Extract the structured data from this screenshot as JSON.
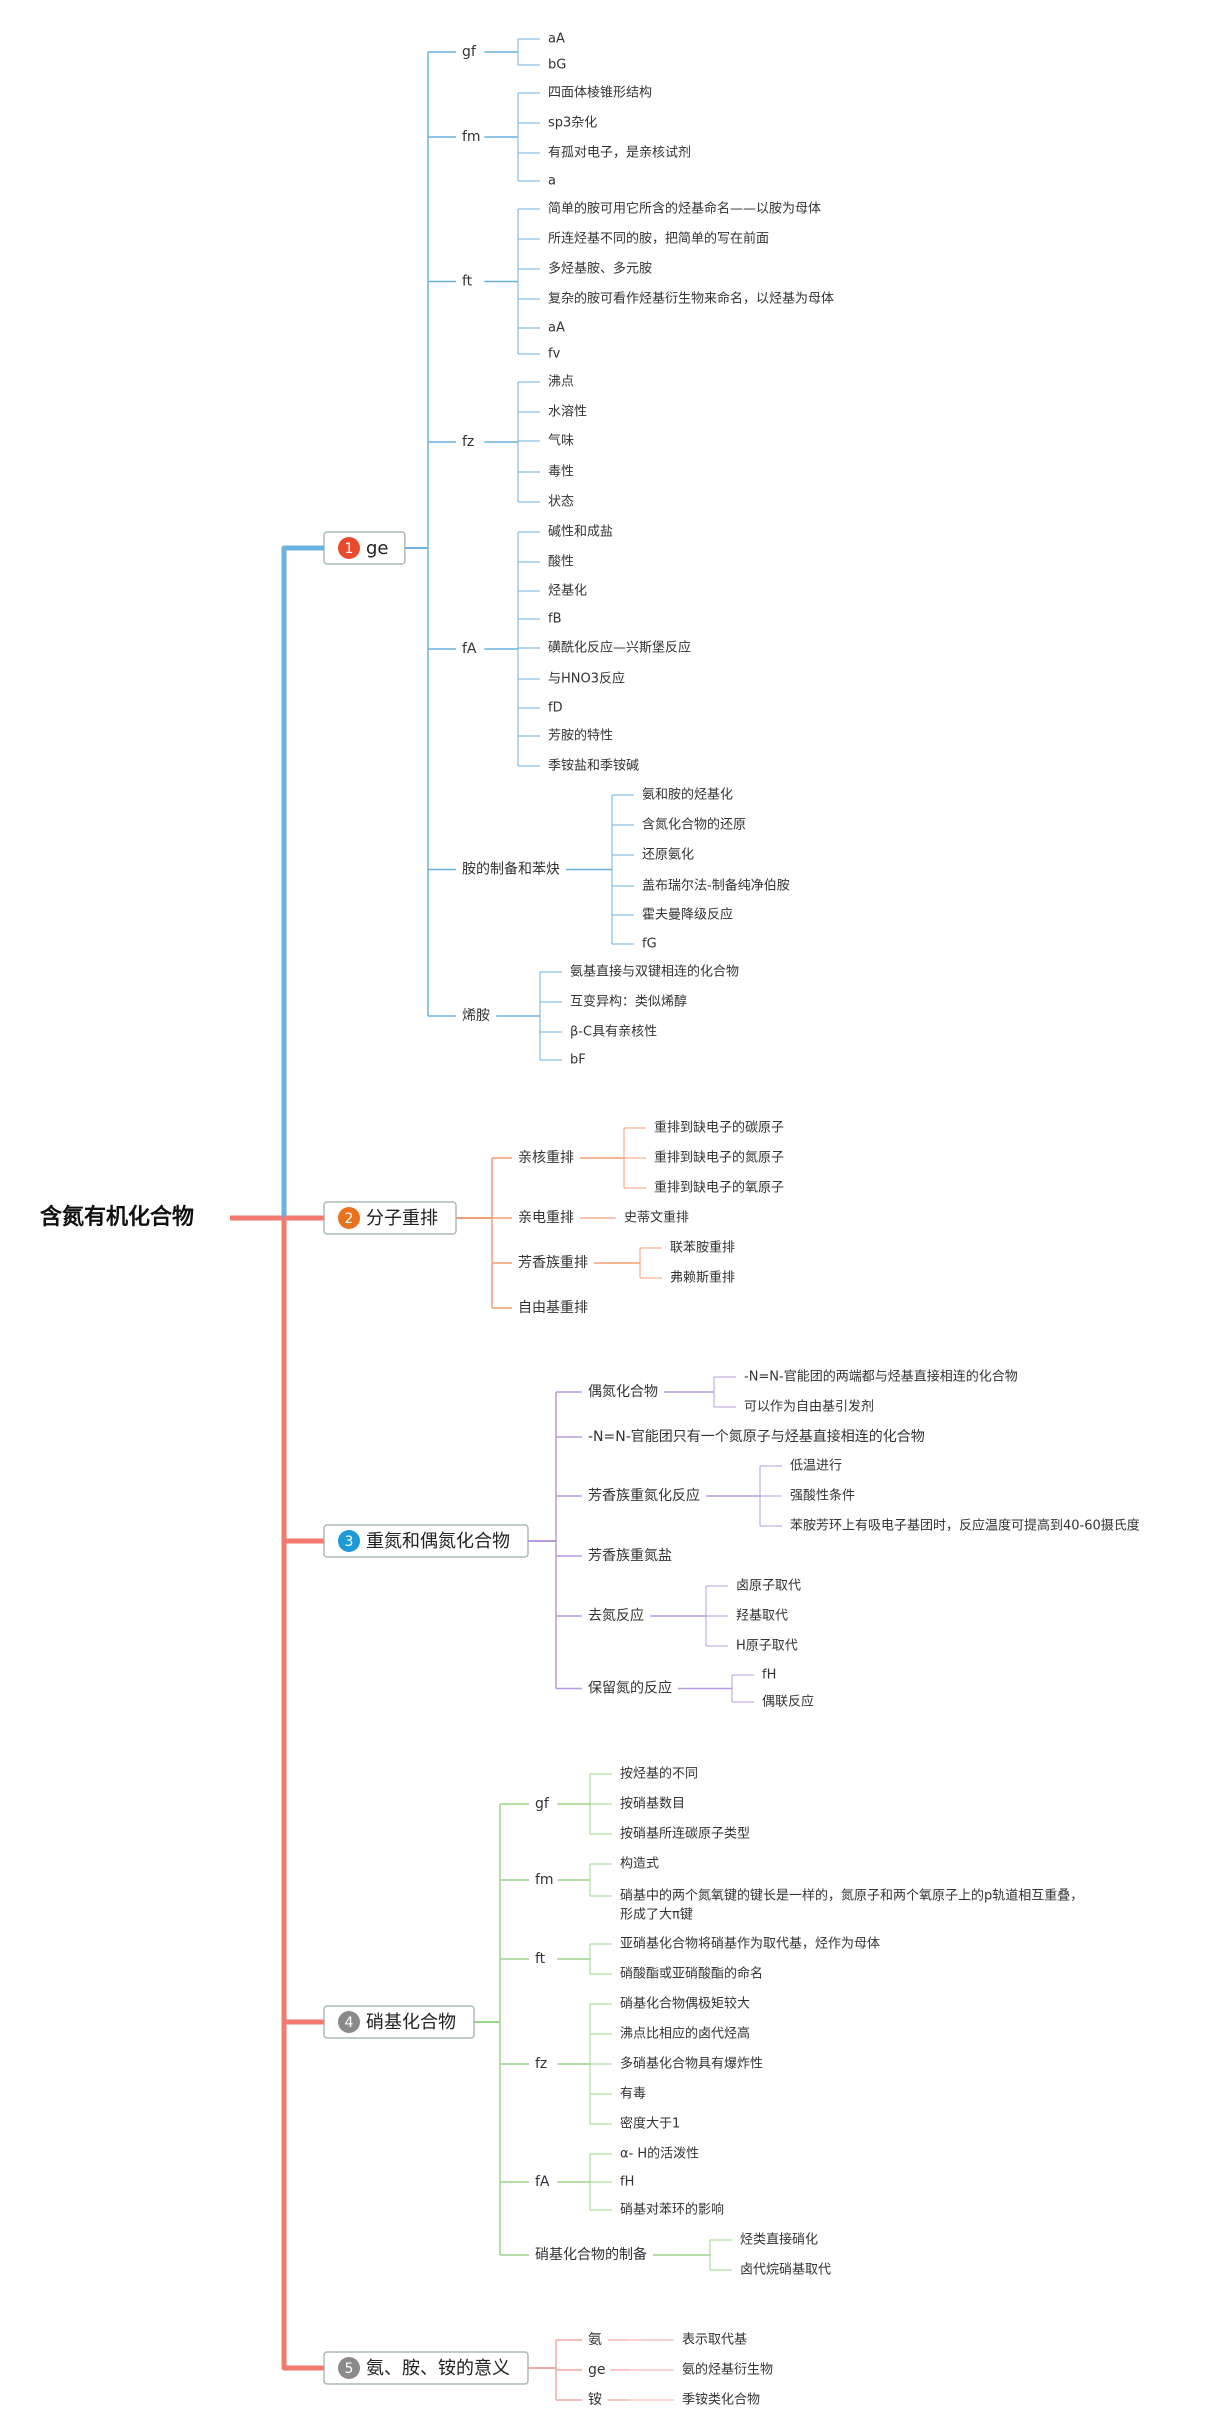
{
  "title": "含氮有机化合物",
  "colors": {
    "root": "#f4796f",
    "ge": "#6bb2e0",
    "rearrange": "#f0a077",
    "diazo": "#b79be0",
    "nitro": "#9bd48a",
    "meaning": "#f4a7a7",
    "badge1": "#e84a2e",
    "badge2": "#e8711d",
    "badge3": "#1f9ad8",
    "badge4": "#8a8a8a",
    "badge5": "#8a8a8a"
  },
  "branches": [
    {
      "num": "1",
      "label": "ge",
      "color": "ge",
      "badge": "badge1",
      "children": [
        {
          "label": "gf",
          "children": [
            {
              "label": "aA"
            },
            {
              "label": "bG"
            }
          ]
        },
        {
          "label": "fm",
          "children": [
            {
              "label": "四面体棱锥形结构"
            },
            {
              "label": "sp3杂化"
            },
            {
              "label": "有孤对电子，是亲核试剂"
            },
            {
              "label": "a"
            }
          ]
        },
        {
          "label": "ft",
          "children": [
            {
              "label": "简单的胺可用它所含的烃基命名——以胺为母体"
            },
            {
              "label": "所连烃基不同的胺，把简单的写在前面"
            },
            {
              "label": "多烃基胺、多元胺"
            },
            {
              "label": "复杂的胺可看作烃基衍生物来命名，以烃基为母体"
            },
            {
              "label": "aA"
            },
            {
              "label": "fv"
            }
          ]
        },
        {
          "label": "fz",
          "children": [
            {
              "label": "沸点"
            },
            {
              "label": "水溶性"
            },
            {
              "label": "气味"
            },
            {
              "label": "毒性"
            },
            {
              "label": "状态"
            }
          ]
        },
        {
          "label": "fA",
          "children": [
            {
              "label": "碱性和成盐"
            },
            {
              "label": "酸性"
            },
            {
              "label": "烃基化"
            },
            {
              "label": "fB"
            },
            {
              "label": "磺酰化反应—兴斯堡反应"
            },
            {
              "label": "与HNO3反应"
            },
            {
              "label": "fD"
            },
            {
              "label": "芳胺的特性"
            },
            {
              "label": "季铵盐和季铵碱"
            }
          ]
        },
        {
          "label": "胺的制备和苯炔",
          "children": [
            {
              "label": "氨和胺的烃基化"
            },
            {
              "label": "含氮化合物的还原"
            },
            {
              "label": "还原氨化"
            },
            {
              "label": "盖布瑞尔法-制备纯净伯胺"
            },
            {
              "label": "霍夫曼降级反应"
            },
            {
              "label": "fG"
            }
          ]
        },
        {
          "label": "烯胺",
          "children": [
            {
              "label": "氨基直接与双键相连的化合物"
            },
            {
              "label": "互变异构：类似烯醇"
            },
            {
              "label": "β-C具有亲核性"
            },
            {
              "label": "bF"
            }
          ]
        }
      ]
    },
    {
      "num": "2",
      "label": "分子重排",
      "color": "rearrange",
      "badge": "badge2",
      "children": [
        {
          "label": "亲核重排",
          "children": [
            {
              "label": "重排到缺电子的碳原子"
            },
            {
              "label": "重排到缺电子的氮原子"
            },
            {
              "label": "重排到缺电子的氧原子"
            }
          ]
        },
        {
          "label": "亲电重排",
          "children": [
            {
              "label": "史蒂文重排"
            }
          ]
        },
        {
          "label": "芳香族重排",
          "children": [
            {
              "label": "联苯胺重排"
            },
            {
              "label": "弗赖斯重排"
            }
          ]
        },
        {
          "label": "自由基重排"
        }
      ]
    },
    {
      "num": "3",
      "label": "重氮和偶氮化合物",
      "color": "diazo",
      "badge": "badge3",
      "children": [
        {
          "label": "偶氮化合物",
          "children": [
            {
              "label": "-N=N-官能团的两端都与烃基直接相连的化合物"
            },
            {
              "label": "可以作为自由基引发剂"
            }
          ]
        },
        {
          "label": "-N=N-官能团只有一个氮原子与烃基直接相连的化合物"
        },
        {
          "label": "芳香族重氮化反应",
          "children": [
            {
              "label": "低温进行"
            },
            {
              "label": "强酸性条件"
            },
            {
              "label": "苯胺芳环上有吸电子基团时，反应温度可提高到40-60摄氏度"
            }
          ]
        },
        {
          "label": "芳香族重氮盐"
        },
        {
          "label": "去氮反应",
          "children": [
            {
              "label": "卤原子取代"
            },
            {
              "label": "羟基取代"
            },
            {
              "label": "H原子取代"
            }
          ]
        },
        {
          "label": "保留氮的反应",
          "children": [
            {
              "label": "fH"
            },
            {
              "label": "偶联反应"
            }
          ]
        }
      ]
    },
    {
      "num": "4",
      "label": "硝基化合物",
      "color": "nitro",
      "badge": "badge4",
      "children": [
        {
          "label": "gf",
          "children": [
            {
              "label": "按烃基的不同"
            },
            {
              "label": "按硝基数目"
            },
            {
              "label": "按硝基所连碳原子类型"
            }
          ]
        },
        {
          "label": "fm",
          "children": [
            {
              "label": "构造式"
            },
            {
              "label": "硝基中的两个氮氧键的键长是一样的，氮原子和两个氧原子上的p轨道相互重叠，",
              "label2": "形成了大π键"
            }
          ]
        },
        {
          "label": "ft",
          "children": [
            {
              "label": "亚硝基化合物将硝基作为取代基，烃作为母体"
            },
            {
              "label": "硝酸酯或亚硝酸酯的命名"
            }
          ]
        },
        {
          "label": "fz",
          "children": [
            {
              "label": "硝基化合物偶极矩较大"
            },
            {
              "label": "沸点比相应的卤代烃高"
            },
            {
              "label": "多硝基化合物具有爆炸性"
            },
            {
              "label": "有毒"
            },
            {
              "label": "密度大于1"
            }
          ]
        },
        {
          "label": "fA",
          "children": [
            {
              "label": "α- H的活泼性"
            },
            {
              "label": "fH"
            },
            {
              "label": "硝基对苯环的影响"
            }
          ]
        },
        {
          "label": "硝基化合物的制备",
          "children": [
            {
              "label": "烃类直接硝化"
            },
            {
              "label": "卤代烷硝基取代"
            }
          ]
        }
      ]
    },
    {
      "num": "5",
      "label": "氨、胺、铵的意义",
      "color": "meaning",
      "badge": "badge5",
      "children": [
        {
          "label": "氨",
          "children": [
            {
              "label": "表示取代基"
            }
          ]
        },
        {
          "label": "ge",
          "children": [
            {
              "label": "氨的烃基衍生物"
            }
          ]
        },
        {
          "label": "铵",
          "children": [
            {
              "label": "季铵类化合物"
            }
          ]
        }
      ]
    }
  ]
}
